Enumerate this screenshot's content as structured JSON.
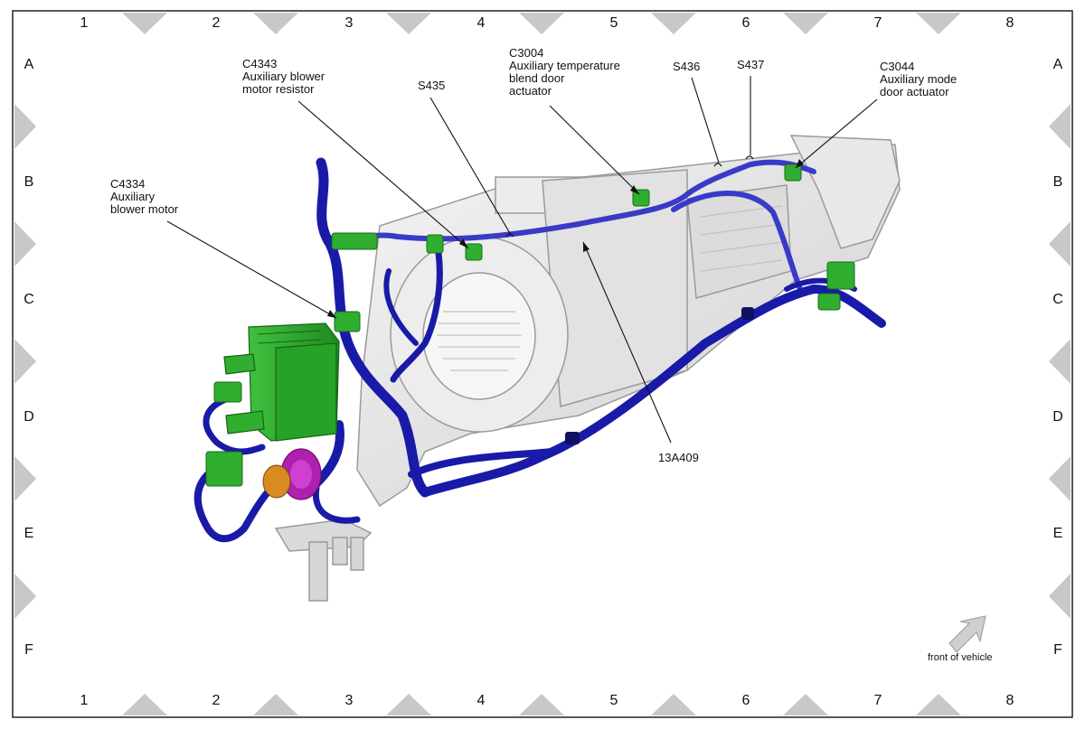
{
  "grid": {
    "columns": [
      "1",
      "2",
      "3",
      "4",
      "5",
      "6",
      "7",
      "8"
    ],
    "rows": [
      "A",
      "B",
      "C",
      "D",
      "E",
      "F"
    ]
  },
  "callouts": {
    "c4343": {
      "code": "C4343",
      "line1": "Auxiliary blower",
      "line2": "motor resistor"
    },
    "s435": {
      "code": "S435"
    },
    "c3004": {
      "code": "C3004",
      "line1": "Auxiliary temperature",
      "line2": "blend door",
      "line3": "actuator"
    },
    "s436": {
      "code": "S436"
    },
    "s437": {
      "code": "S437"
    },
    "c3044": {
      "code": "C3044",
      "line1": "Auxiliary mode",
      "line2": "door actuator"
    },
    "c4334": {
      "code": "C4334",
      "line1": "Auxiliary",
      "line2": "blower motor"
    },
    "harness": {
      "code": "13A409"
    }
  },
  "orientation": {
    "label": "front of vehicle",
    "icon": "arrow-up-right-icon"
  },
  "colors": {
    "harness": "#1a1aa8",
    "connector": "#2fae2f",
    "grommet": "#b020b0",
    "seal": "#d98a20",
    "housing": "#e6e6e6"
  }
}
